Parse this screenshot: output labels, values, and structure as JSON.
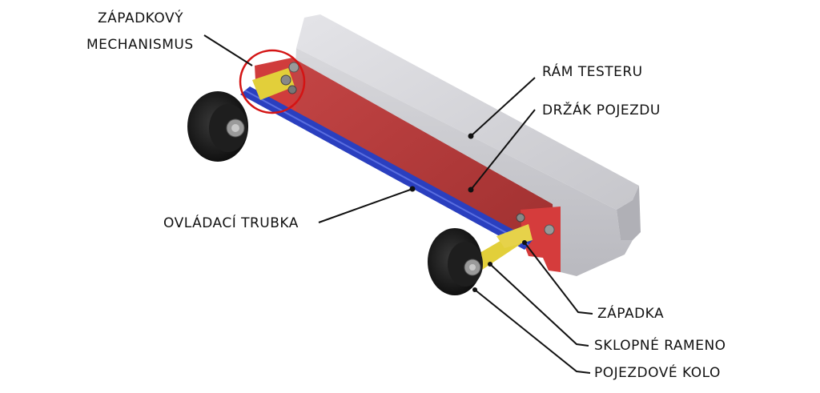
{
  "labels": {
    "zapadkovy_mechanismus": [
      "ZÁPADKOVÝ",
      "MECHANISMUS"
    ],
    "ram_testeru": "RÁM TESTERU",
    "drzak_pojezdu": "DRŽÁK POJEZDU",
    "ovladaci_trubka": "OVLÁDACÍ TRUBKA",
    "zapadka": "ZÁPADKA",
    "sklopne_rameno": "SKLOPNÉ RAMENO",
    "pojezdove_kolo": "POJEZDOVÉ KOLO"
  },
  "colors": {
    "frame": "#c9c9cd",
    "holder": "#b23b3b",
    "tube": "#2a3fbf",
    "arm": "#e2cf3a",
    "wheel": "#151515",
    "highlight_circle": "#d41414"
  }
}
